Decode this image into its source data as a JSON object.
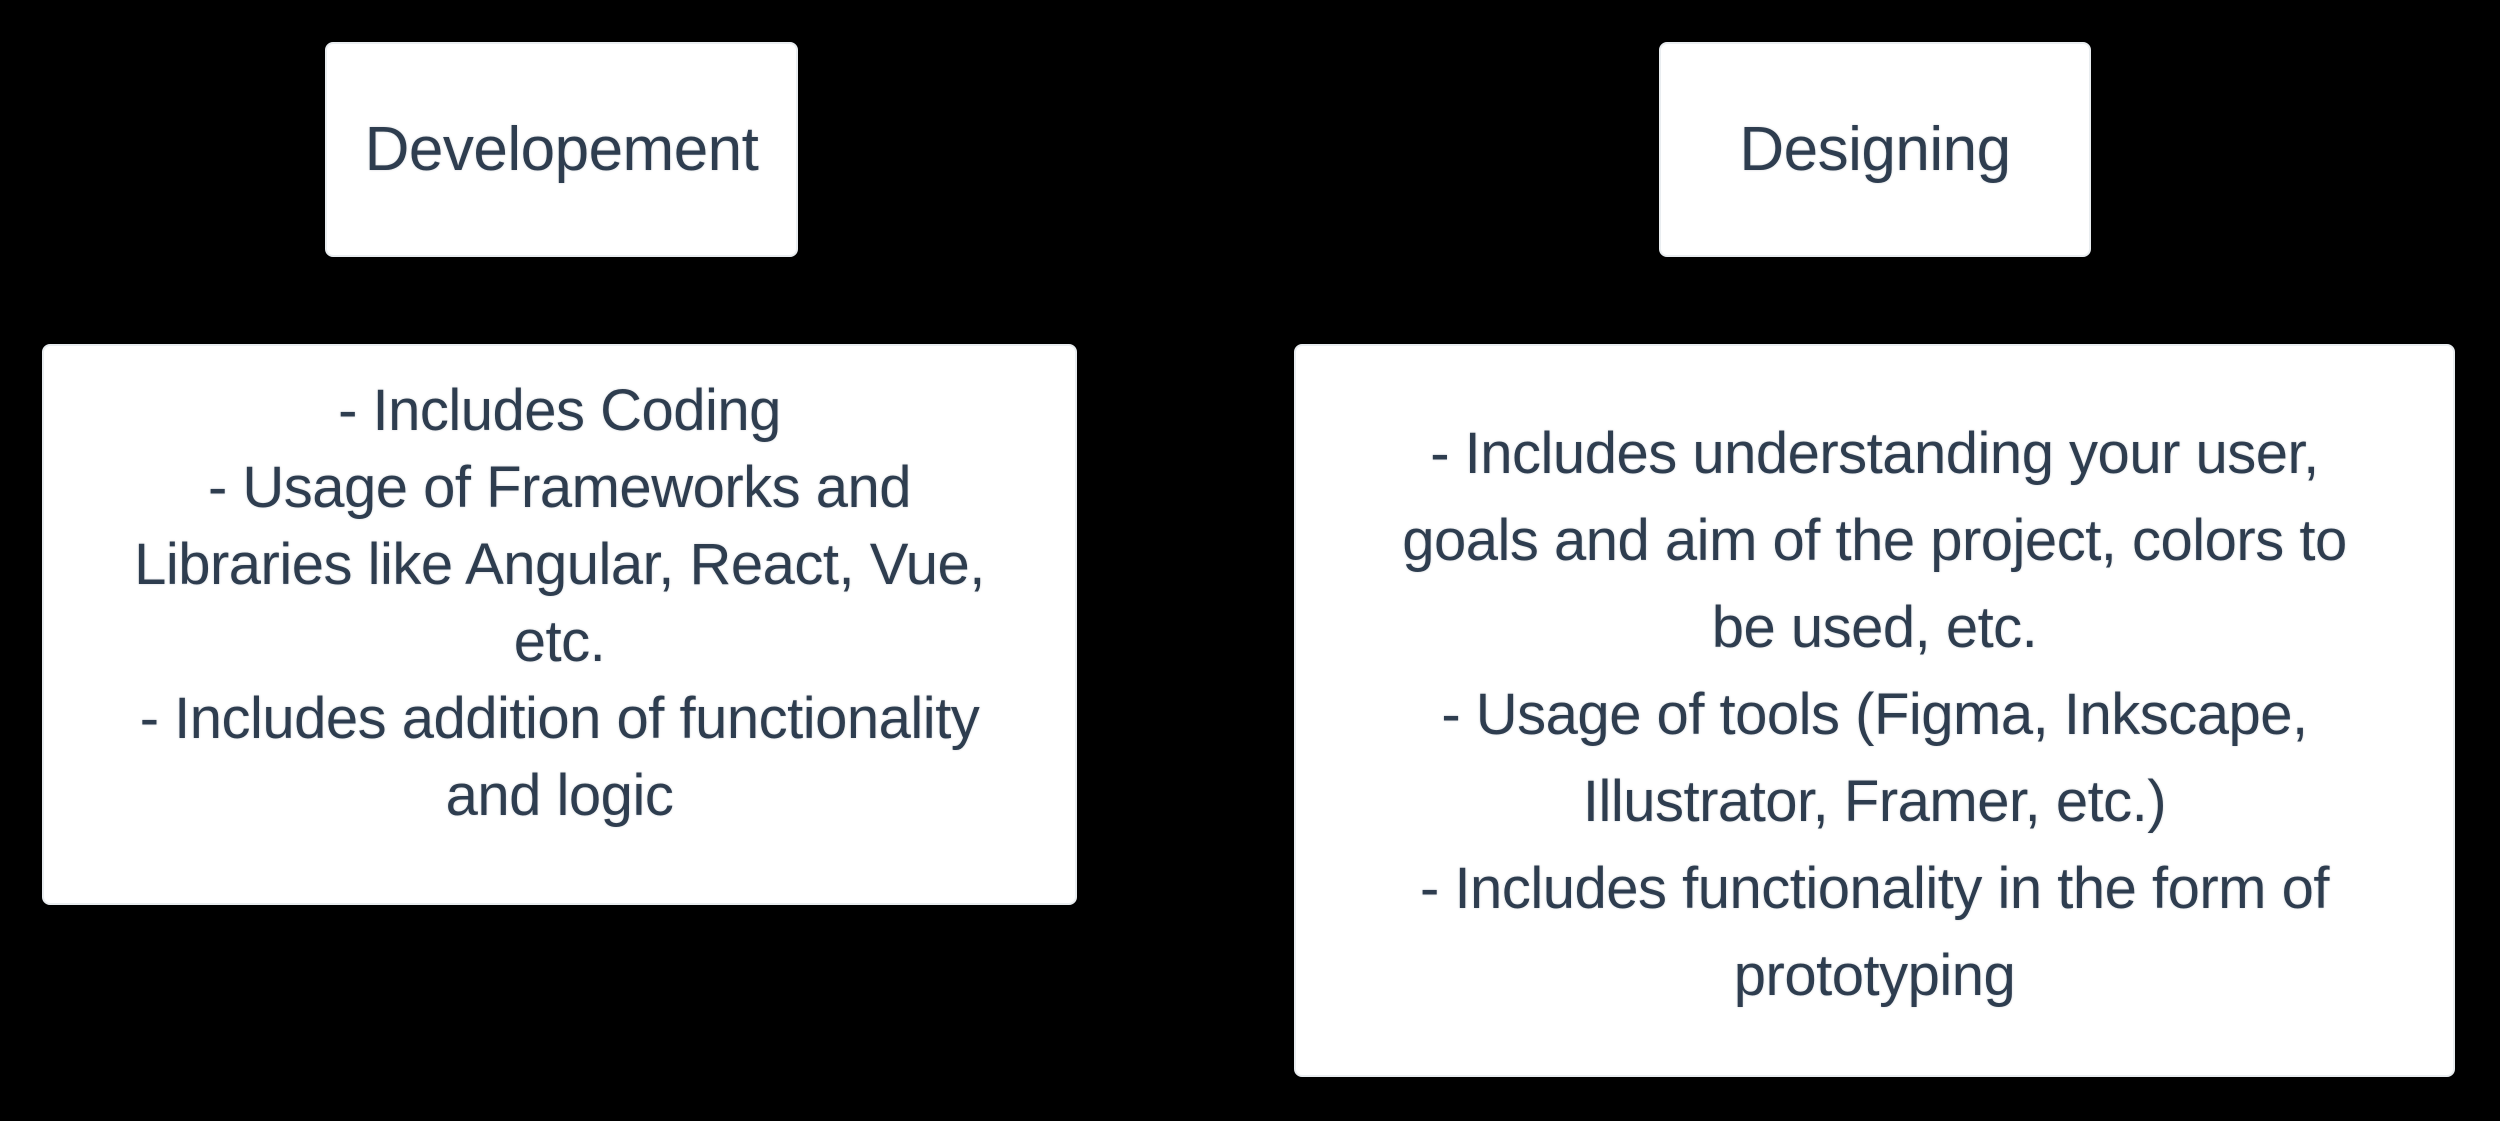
{
  "diagram": {
    "background_color": "#000000",
    "box_background_color": "#ffffff",
    "box_border_color": "#e9edf0",
    "text_color": "#2e3d4f",
    "columns": [
      {
        "id": "development",
        "header_label": "Developement",
        "lines": [
          "- Includes Coding",
          "- Usage of Frameworks and",
          "Libraries like Angular, React, Vue,",
          "etc.",
          "- Includes addition of functionality",
          "and logic"
        ]
      },
      {
        "id": "designing",
        "header_label": "Designing",
        "lines": [
          "- Includes understanding your user,",
          "goals and aim of the project, colors to",
          "be used, etc.",
          "- Usage of tools (Figma, Inkscape,",
          "Illustrator, Framer, etc.)",
          "- Includes functionality in the form of",
          "prototyping"
        ]
      }
    ]
  }
}
